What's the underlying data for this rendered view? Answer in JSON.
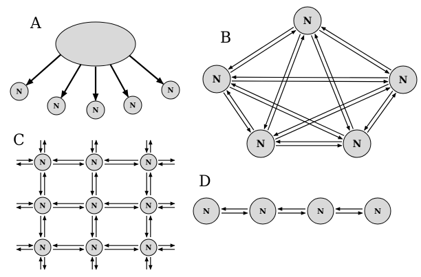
{
  "panels": {
    "a": {
      "label": "A"
    },
    "b": {
      "label": "B"
    },
    "c": {
      "label": "C"
    },
    "d": {
      "label": "D"
    }
  },
  "node_text": "N",
  "colors": {
    "node_fill": "#d9d9d9",
    "stroke": "#000000"
  }
}
